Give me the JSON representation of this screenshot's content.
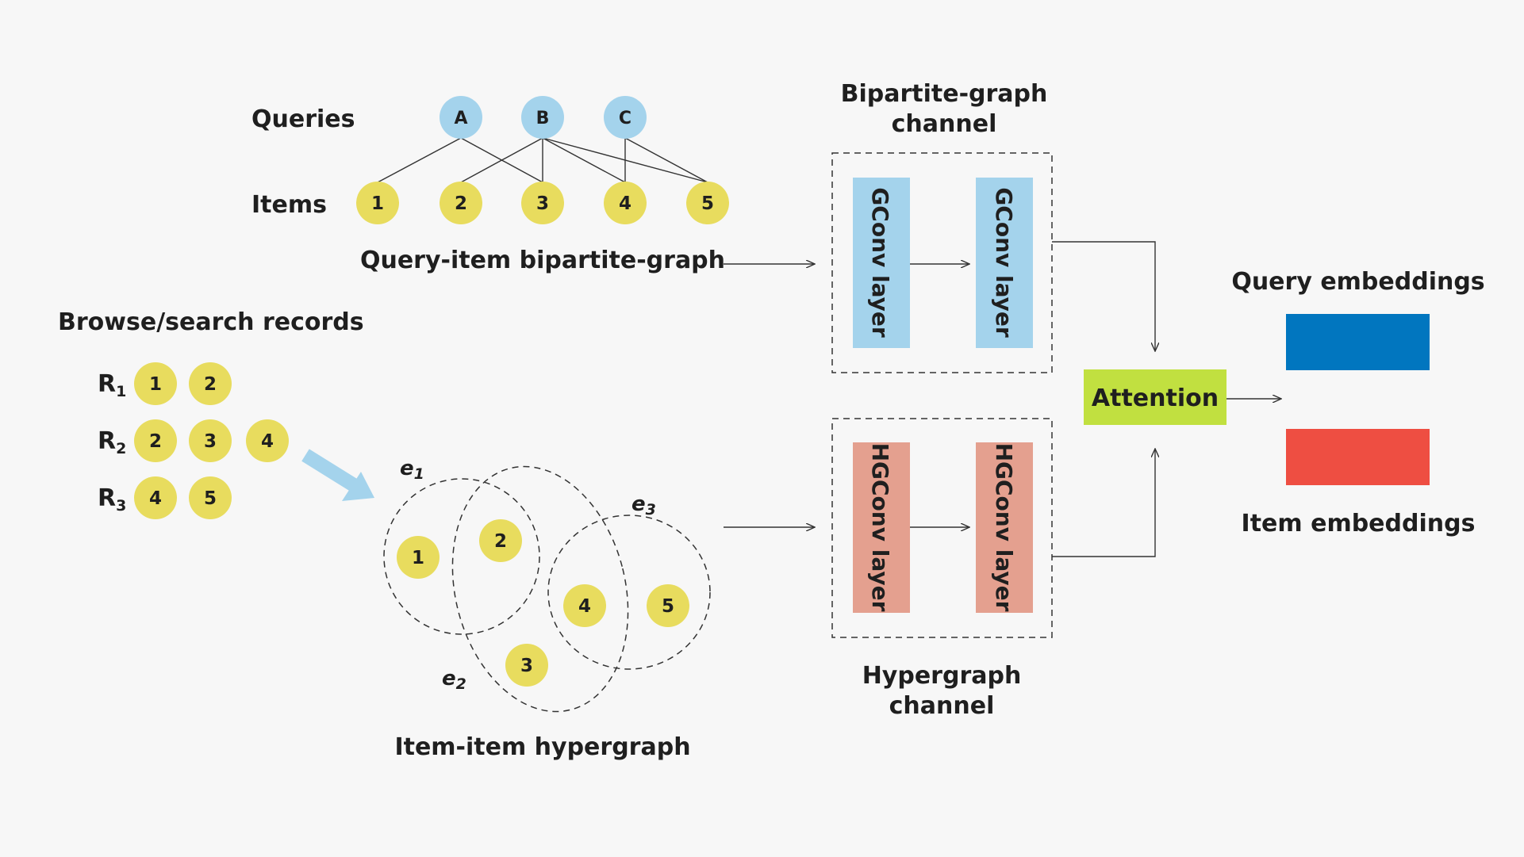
{
  "colors": {
    "item_node": "#e8dc5e",
    "query_node": "#a4d3ec",
    "gconv": "#a4d3ec",
    "hgconv": "#e4a08f",
    "attention": "#c1e040",
    "query_embedding": "#0176bf",
    "item_embedding": "#ee4e42",
    "arrow_blue": "#a4d3ec"
  },
  "labels": {
    "queries": "Queries",
    "items": "Items",
    "bipartite_caption": "Query-item bipartite-graph",
    "browse_records": "Browse/search records",
    "hypergraph_caption": "Item-item hypergraph",
    "bipartite_channel_line1": "Bipartite-graph",
    "bipartite_channel_line2": "channel",
    "hypergraph_channel_line1": "Hypergraph",
    "hypergraph_channel_line2": "channel",
    "attention": "Attention",
    "query_embeddings": "Query embeddings",
    "item_embeddings": "Item embeddings",
    "gconv_layer": "GConv layer",
    "hgconv_layer": "HGConv layer"
  },
  "queries": [
    "A",
    "B",
    "C"
  ],
  "items": [
    "1",
    "2",
    "3",
    "4",
    "5"
  ],
  "records": [
    {
      "label": "R",
      "sub": "1",
      "items": [
        "1",
        "2"
      ]
    },
    {
      "label": "R",
      "sub": "2",
      "items": [
        "2",
        "3",
        "4"
      ]
    },
    {
      "label": "R",
      "sub": "3",
      "items": [
        "4",
        "5"
      ]
    }
  ],
  "hyperedges": [
    {
      "label": "e",
      "sub": "1"
    },
    {
      "label": "e",
      "sub": "2"
    },
    {
      "label": "e",
      "sub": "3"
    }
  ],
  "hypergraph_nodes": [
    "1",
    "2",
    "3",
    "4",
    "5"
  ]
}
